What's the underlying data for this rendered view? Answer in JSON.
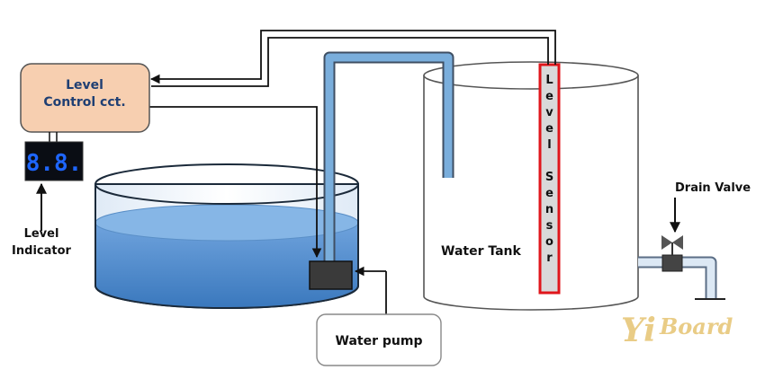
{
  "labels": {
    "level_control_line1": "Level",
    "level_control_line2": "Control cct.",
    "level_indicator_line1": "Level",
    "level_indicator_line2": "Indicator",
    "display_value": "8.8.",
    "water_tank": "Water Tank",
    "drain_valve": "Drain Valve",
    "water_pump": "Water pump",
    "level_sensor": [
      "L",
      "e",
      "v",
      "e",
      "l",
      " ",
      "S",
      "e",
      "n",
      "s",
      "o",
      "r"
    ]
  },
  "logo": {
    "part1": "Yi",
    "part2": "Board"
  },
  "colors": {
    "control_box_fill": "#f7cfb0",
    "control_text": "#1f3f73",
    "display_bg": "#0a0d14",
    "display_digits": "#1e66ff",
    "water": "#4a86c8",
    "pipe": "#7aaedc",
    "sensor_border": "#e0161b",
    "sensor_fill": "#d9d9d9",
    "pump_fill": "#3a3a3a",
    "logo": "#e9cc86"
  }
}
